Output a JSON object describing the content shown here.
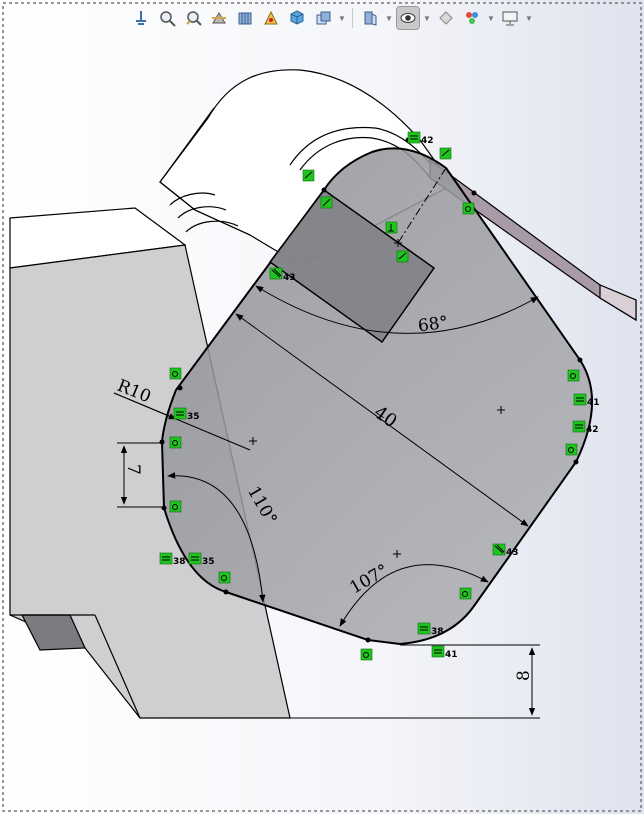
{
  "toolbar": {
    "items": [
      {
        "icon": "zoom-to-fit-icon"
      },
      {
        "icon": "zoom-to-area-icon"
      },
      {
        "icon": "previous-view-icon"
      },
      {
        "icon": "section-view-icon"
      },
      {
        "icon": "dynamic-annotation-icon"
      },
      {
        "icon": "view-orientation-icon"
      },
      {
        "icon": "display-style-icon"
      },
      {
        "icon": "hide-show-items-icon"
      },
      {
        "icon": "edit-appearance-icon"
      },
      {
        "icon": "apply-scene-icon"
      },
      {
        "icon": "view-settings-icon"
      }
    ]
  },
  "sketch": {
    "dimensions": {
      "angle_top": "68°",
      "length_diag": "40",
      "radius": "R10",
      "vertical_left": "7",
      "angle_left": "110°",
      "angle_bottom": "107°",
      "vertical_right": "8"
    },
    "relations": [
      {
        "label": "42"
      },
      {
        "label": "43"
      },
      {
        "label": "35"
      },
      {
        "label": "41"
      },
      {
        "label": "42"
      },
      {
        "label": "38"
      },
      {
        "label": "35"
      },
      {
        "label": "43"
      },
      {
        "label": "38"
      },
      {
        "label": "41"
      }
    ]
  },
  "colors": {
    "background_top": "#ffffff",
    "background_bottom": "#e9ecf4",
    "sketch_fill": "#9ea0a6",
    "relation_green": "#1fc41f",
    "body_face": "#cfcfd2"
  }
}
